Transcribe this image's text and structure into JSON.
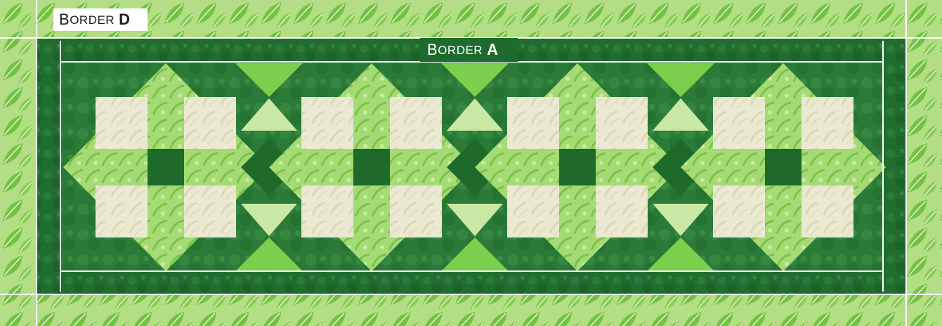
{
  "quilt": {
    "labels": {
      "outer_border": {
        "initial": "B",
        "rest": "order",
        "key": "D"
      },
      "inner_border": {
        "initial": "B",
        "rest": "order",
        "key": "A"
      }
    },
    "block_count": 4,
    "colors": {
      "outer_print_base": "#a9d97a",
      "outer_print_leaf": "#6cbf3d",
      "outer_print_vein": "#e9f3cf",
      "inner_border": "#1f6a2e",
      "inner_border_mottle": "#2f8a3e",
      "background_field": "#2a7a37",
      "cream": "#ebe8d0",
      "light_green": "#9ed96a",
      "bright_green": "#7ccf4c",
      "dark_green": "#1d6a2a",
      "guide_lines": "#ffffff"
    }
  }
}
